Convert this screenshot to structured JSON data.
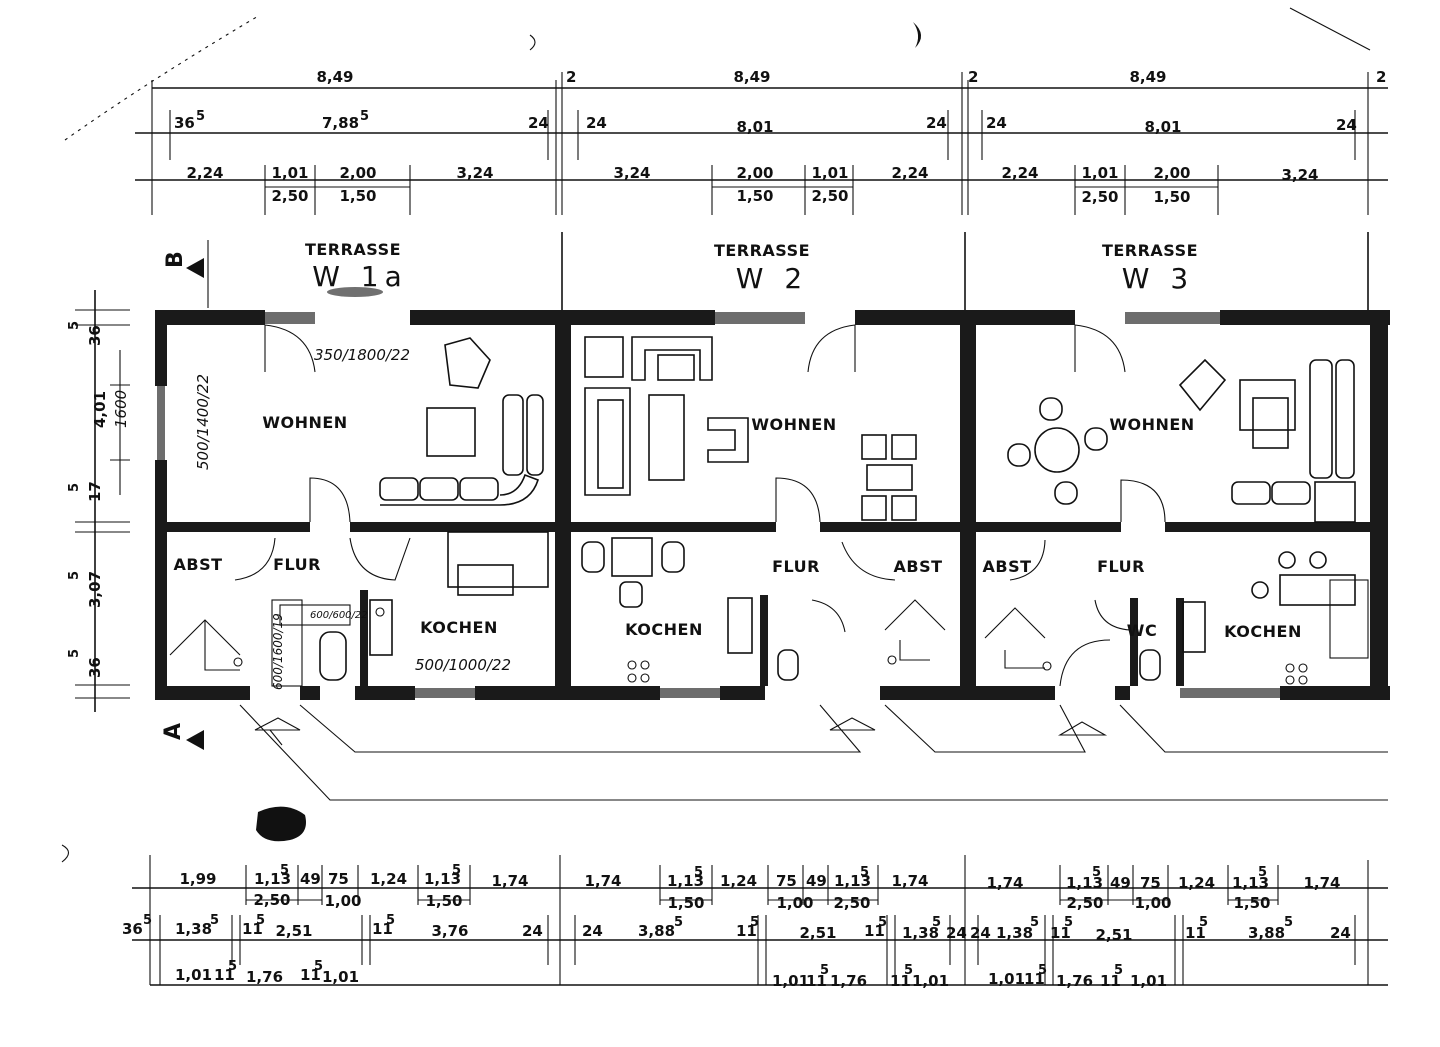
{
  "units": [
    {
      "terrace_label": "TERRASSE",
      "unit_label": "W 1a"
    },
    {
      "terrace_label": "TERRASSE",
      "unit_label": "W 2"
    },
    {
      "terrace_label": "TERRASSE",
      "unit_label": "W 3"
    }
  ],
  "rooms": {
    "wohnen": "WOHNEN",
    "flur": "FLUR",
    "kochen": "KOCHEN",
    "abst": "ABST",
    "wc": "WC"
  },
  "section_markers": {
    "top": "B",
    "bottom": "A"
  },
  "window_notes": {
    "w1_living": "350/1800/22",
    "w1_side": "500/1400/22",
    "w1_kitchen": "500/1000/22",
    "w1_bath": "600/600/22",
    "w1_door": "600/1600/19",
    "height_note": "1600"
  },
  "top_dimensions": {
    "row1": [
      "8,49",
      "2",
      "8,49",
      "2",
      "8,49",
      "2"
    ],
    "row2": [
      "36",
      "5",
      "7,88",
      "5",
      "24",
      "24",
      "8,01",
      "24",
      "24",
      "8,01",
      "24"
    ],
    "row3": [
      "2,24",
      "1,01",
      "2,00",
      "3,24",
      "3,24",
      "2,00",
      "1,01",
      "2,24",
      "2,24",
      "1,01",
      "2,00",
      "3,24"
    ],
    "row3b": [
      "2,50",
      "1,50",
      "1,50",
      "2,50",
      "2,50",
      "1,50"
    ]
  },
  "left_dimensions": [
    "36",
    "5",
    "4,01",
    "17",
    "5",
    "3,07",
    "5",
    "36",
    "5"
  ],
  "bottom_dimensions": {
    "row1": [
      "1,99",
      "1,13",
      "5",
      "49",
      "75",
      "1,24",
      "1,13",
      "5",
      "1,74",
      "1,74",
      "1,13",
      "5",
      "1,24",
      "75",
      "49",
      "1,13",
      "5",
      "1,74",
      "1,74",
      "1,13",
      "5",
      "49",
      "75",
      "1,24",
      "1,13",
      "5",
      "1,74"
    ],
    "row1b": [
      "2,50",
      "1,00",
      "1,50",
      "1,50",
      "1,00",
      "2,50",
      "2,50",
      "1,00",
      "1,50"
    ],
    "row2": [
      "36",
      "5",
      "1,38",
      "5",
      "11",
      "5",
      "2,51",
      "11",
      "5",
      "3,76",
      "24",
      "24",
      "3,88",
      "5",
      "11",
      "5",
      "2,51",
      "11",
      "5",
      "1,38",
      "5",
      "24",
      "24",
      "1,38",
      "5",
      "11",
      "5",
      "2,51",
      "11",
      "5",
      "3,88",
      "5",
      "24"
    ],
    "row3": [
      "1,01",
      "11",
      "5",
      "1,76",
      "11",
      "5",
      "1,01",
      "1,01",
      "11",
      "5",
      "1,76",
      "11",
      "5",
      "1,01",
      "1,01",
      "11",
      "5",
      "1,76",
      "11",
      "5",
      "1,01"
    ]
  },
  "colors": {
    "ink": "#111111",
    "paper": "#ffffff",
    "hatch": "#6d6d6d"
  }
}
